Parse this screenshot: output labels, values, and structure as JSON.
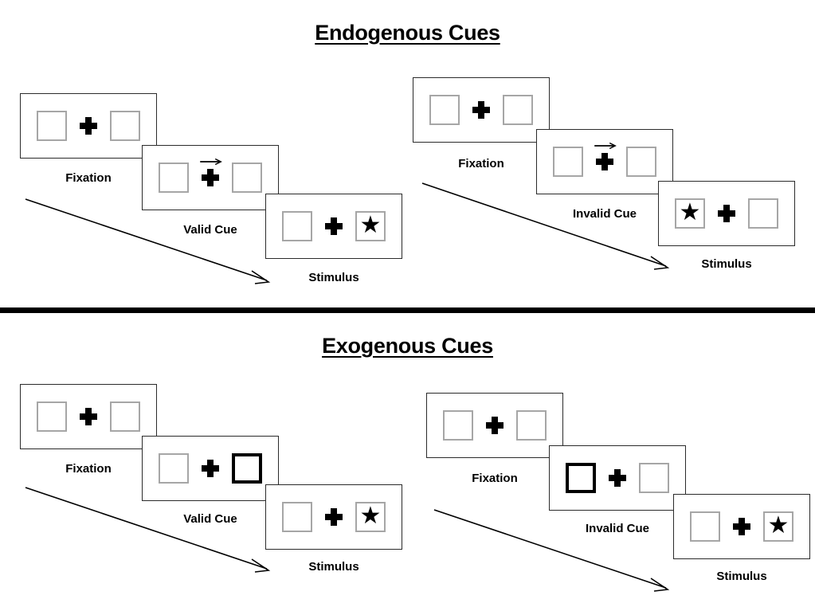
{
  "sections": [
    {
      "id": "endogenous",
      "title": "Endogenous Cues",
      "cue_type": "arrow",
      "sequences": [
        {
          "id": "endogenous-valid",
          "panels": [
            {
              "caption": "Fixation",
              "cue": "none",
              "arrow": "none",
              "star": "none"
            },
            {
              "caption": "Valid Cue",
              "cue": "arrow-right",
              "arrow": "right",
              "star": "none"
            },
            {
              "caption": "Stimulus",
              "cue": "none",
              "arrow": "none",
              "star": "right"
            }
          ]
        },
        {
          "id": "endogenous-invalid",
          "panels": [
            {
              "caption": "Fixation",
              "cue": "none",
              "arrow": "none",
              "star": "none"
            },
            {
              "caption": "Invalid Cue",
              "cue": "arrow-right",
              "arrow": "right",
              "star": "none"
            },
            {
              "caption": "Stimulus",
              "cue": "none",
              "arrow": "none",
              "star": "left"
            }
          ]
        }
      ]
    },
    {
      "id": "exogenous",
      "title": "Exogenous Cues",
      "cue_type": "box-highlight",
      "sequences": [
        {
          "id": "exogenous-valid",
          "panels": [
            {
              "caption": "Fixation",
              "cue": "none",
              "arrow": "none",
              "star": "none"
            },
            {
              "caption": "Valid Cue",
              "cue": "box-right",
              "arrow": "none",
              "star": "none"
            },
            {
              "caption": "Stimulus",
              "cue": "none",
              "arrow": "none",
              "star": "right"
            }
          ]
        },
        {
          "id": "exogenous-invalid",
          "panels": [
            {
              "caption": "Fixation",
              "cue": "none",
              "arrow": "none",
              "star": "none"
            },
            {
              "caption": "Invalid Cue",
              "cue": "box-left",
              "arrow": "none",
              "star": "none"
            },
            {
              "caption": "Stimulus",
              "cue": "none",
              "arrow": "none",
              "star": "right"
            }
          ]
        }
      ]
    }
  ],
  "glyphs": {
    "star": "★",
    "fixation_cross": "plus-icon",
    "arrow_cue": "arrow-right-icon",
    "flow_arrow": "flow-arrow-icon"
  },
  "colors": {
    "background": "#ffffff",
    "ink": "#000000",
    "frame_border": "#2b2b2b",
    "box_border": "#a6a6a6",
    "cued_box_border": "#000000",
    "divider": "#000000"
  }
}
